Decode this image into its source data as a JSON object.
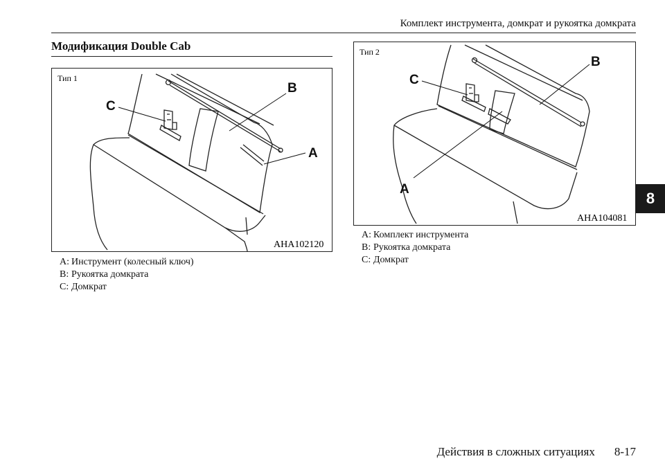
{
  "header": {
    "title": "Комплект инструмента, домкрат и рукоятка домкрата"
  },
  "section": {
    "title": "Модификация Double Cab"
  },
  "side_tab": {
    "label": "8"
  },
  "figures": [
    {
      "type_label": "Тип 1",
      "code": "AHA102120",
      "callouts": [
        "A",
        "B",
        "C"
      ],
      "legend": [
        {
          "key": "A:",
          "text": "Инструмент (колесный ключ)"
        },
        {
          "key": "B:",
          "text": "Рукоятка домкрата"
        },
        {
          "key": "C:",
          "text": "Домкрат"
        }
      ]
    },
    {
      "type_label": "Тип 2",
      "code": "AHA104081",
      "callouts": [
        "A",
        "B",
        "C"
      ],
      "legend": [
        {
          "key": "A:",
          "text": "Комплект инструмента"
        },
        {
          "key": "B:",
          "text": "Рукоятка домкрата"
        },
        {
          "key": "C:",
          "text": "Домкрат"
        }
      ]
    }
  ],
  "footer": {
    "section_name": "Действия в сложных ситуациях",
    "page": "8-17"
  }
}
